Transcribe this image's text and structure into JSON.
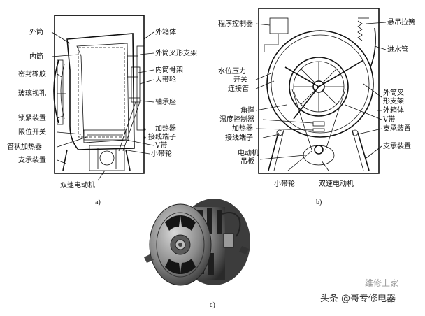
{
  "diagram_a": {
    "caption": "a)",
    "labels_left": [
      "外筒",
      "内筒",
      "密封橡胶",
      "玻璃视孔",
      "锁紧装置",
      "限位开关",
      "管状加热器",
      "支承装置"
    ],
    "labels_right": [
      "外箱体",
      "外筒叉形支架",
      "内筒骨架",
      "大带轮",
      "轴承座",
      "加热器",
      "接线端子",
      "V带",
      "小带轮"
    ],
    "label_bottom": "双速电动机"
  },
  "diagram_b": {
    "caption": "b)",
    "labels_left": [
      "程序控制器",
      "水位压力",
      "开关",
      "连接管",
      "角撑",
      "温度控制器",
      "加热器",
      "接线端子",
      "电动机",
      "吊板"
    ],
    "labels_right": [
      "悬吊拉簧",
      "进水管",
      "外筒叉",
      "形支架",
      "外箱体",
      "V带",
      "支承装置",
      "支承装置"
    ],
    "labels_bottom": [
      "小带轮",
      "双速电动机"
    ]
  },
  "diagram_c": {
    "caption": "c)"
  },
  "watermark": {
    "prefix": "头条",
    "handle": "@哥专修电器",
    "faint": "维修上家"
  }
}
